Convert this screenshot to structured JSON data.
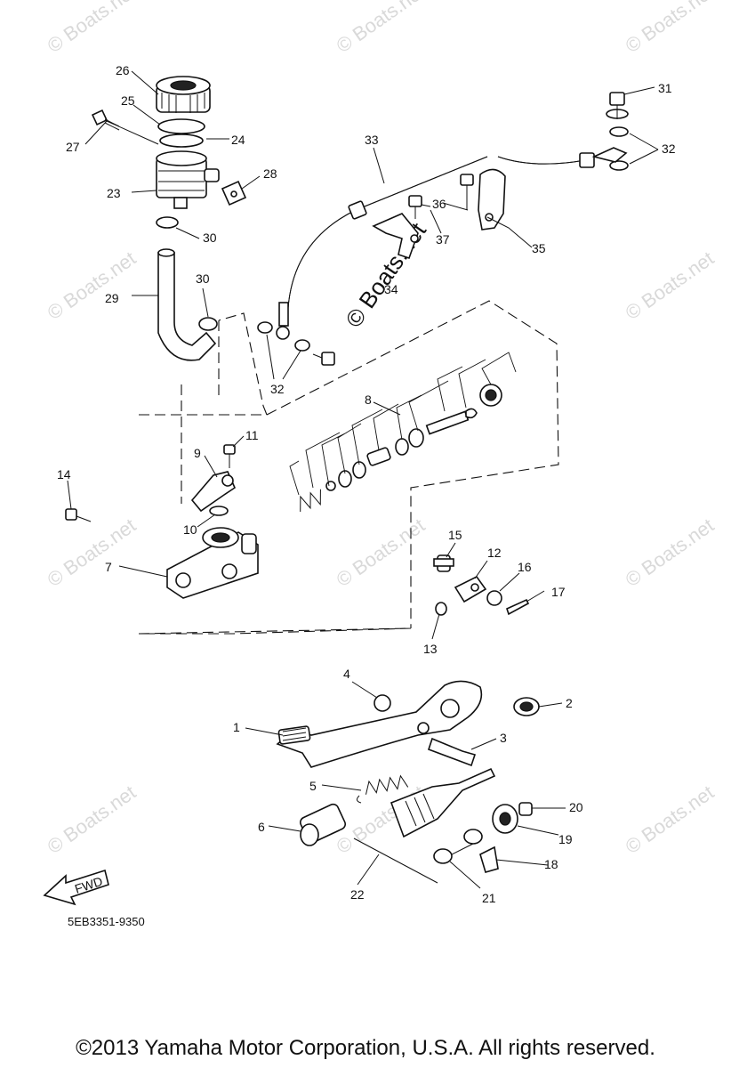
{
  "watermark": "© Boats.net",
  "center_watermark": "© Boats.net",
  "labels": {
    "p1": "1",
    "p2": "2",
    "p3": "3",
    "p4": "4",
    "p5": "5",
    "p6": "6",
    "p7": "7",
    "p8": "8",
    "p9": "9",
    "p10": "10",
    "p11": "11",
    "p12": "12",
    "p13": "13",
    "p14": "14",
    "p15": "15",
    "p16": "16",
    "p17": "17",
    "p18": "18",
    "p19": "19",
    "p20": "20",
    "p21": "21",
    "p22": "22",
    "p23": "23",
    "p24": "24",
    "p25": "25",
    "p26": "26",
    "p27": "27",
    "p28": "28",
    "p29": "29",
    "p30a": "30",
    "p30b": "30",
    "p31": "31",
    "p32a": "32",
    "p32b": "32",
    "p33": "33",
    "p34": "34",
    "p35": "35",
    "p36": "36",
    "p37": "37"
  },
  "fwd_label": "FWD",
  "diagram_code": "5EB3351-9350",
  "copyright": "©2013 Yamaha Motor Corporation, U.S.A. All rights reserved."
}
